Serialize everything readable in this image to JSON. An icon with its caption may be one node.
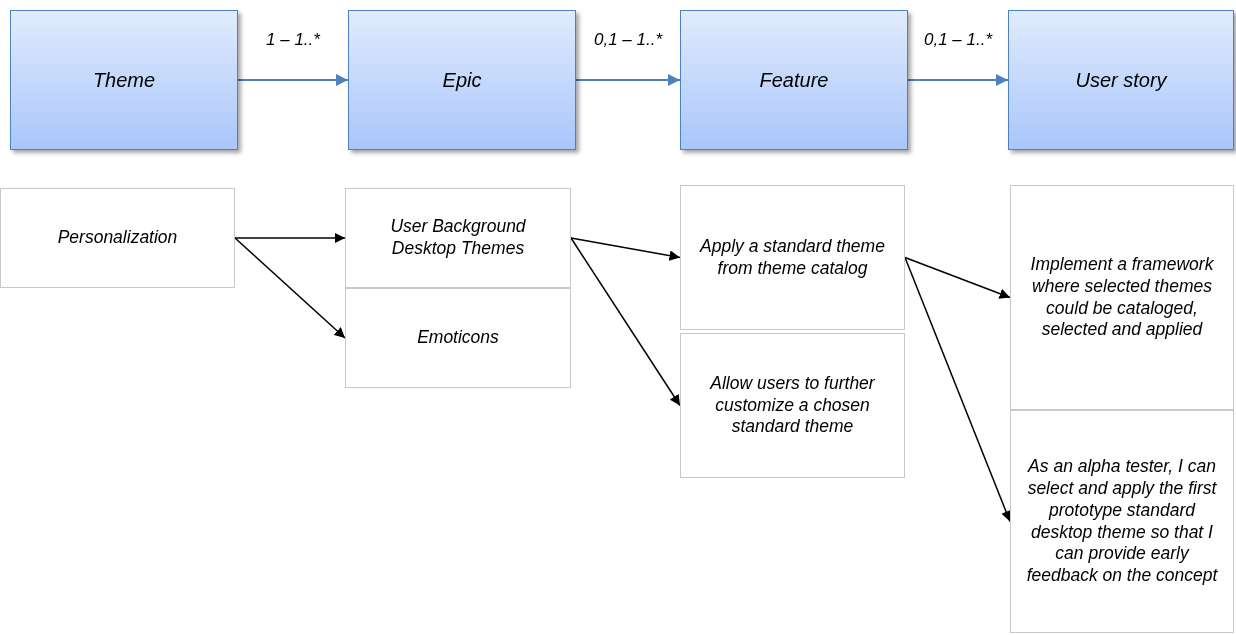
{
  "diagram": {
    "nodes": [
      {
        "text": [
          "Theme"
        ]
      },
      {
        "text": [
          "Epic"
        ]
      },
      {
        "text": [
          "Feature"
        ]
      },
      {
        "text": [
          "User story"
        ]
      },
      {
        "text": [
          "Personalization"
        ]
      },
      {
        "text": [
          "User Background Desktop Themes"
        ]
      },
      {
        "text": [
          "Emoticons"
        ]
      },
      {
        "text": [
          "Apply a standard theme from theme catalog"
        ]
      },
      {
        "text": [
          "Allow users to further customize a chosen standard theme"
        ]
      },
      {
        "text": [
          "Implement a framework where selected themes could be cataloged, selected and applied"
        ]
      },
      {
        "text": [
          "As an alpha tester, I can select and apply the first prototype standard desktop theme so that I can provide early feedback on the concept"
        ]
      }
    ],
    "edges": [
      {
        "from": 0,
        "to": 1,
        "arrow": "to",
        "label": "1 – 1..*",
        "color": "#4f81bd"
      },
      {
        "from": 1,
        "to": 2,
        "arrow": "to",
        "label": "0,1 – 1..*",
        "color": "#4f81bd"
      },
      {
        "from": 2,
        "to": 3,
        "arrow": "to",
        "label": "0,1 – 1..*",
        "color": "#4f81bd"
      },
      {
        "from": 4,
        "to": 5,
        "arrow": "to"
      },
      {
        "from": 4,
        "to": 6,
        "arrow": "to"
      },
      {
        "from": 5,
        "to": 7,
        "arrow": "to"
      },
      {
        "from": 5,
        "to": 8,
        "arrow": "to"
      },
      {
        "from": 7,
        "to": 9,
        "arrow": "to"
      },
      {
        "from": 7,
        "to": 10,
        "arrow": "to"
      }
    ]
  }
}
